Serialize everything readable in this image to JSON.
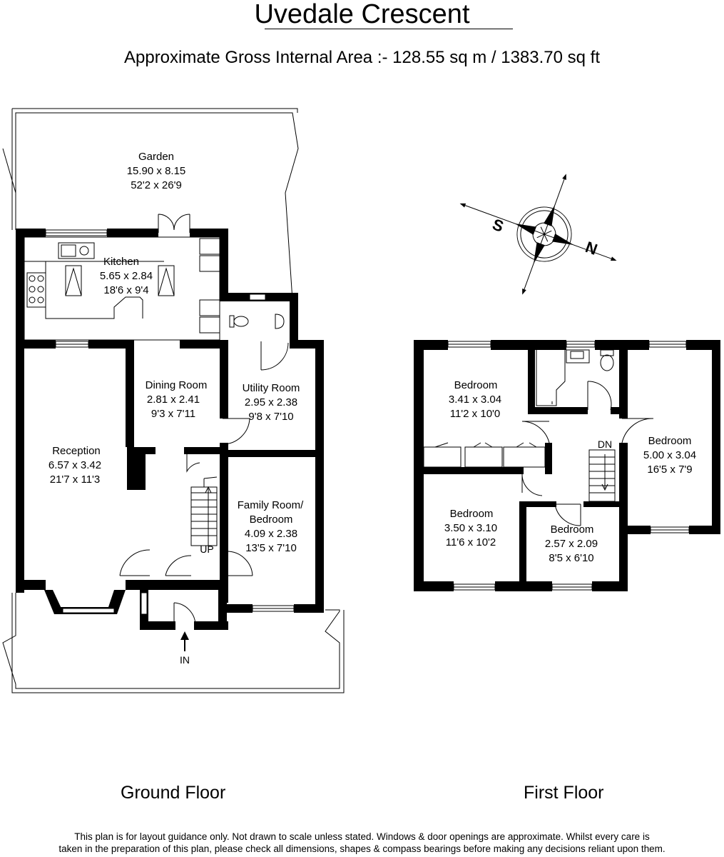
{
  "title": "Uvedale Crescent",
  "area_text": "Approximate Gross Internal Area :- 128.55 sq m / 1383.70 sq ft",
  "floors": {
    "ground": "Ground Floor",
    "first": "First Floor"
  },
  "compass": {
    "south": "S",
    "north": "N"
  },
  "markers": {
    "up": "UP",
    "down": "DN",
    "entrance": "IN"
  },
  "rooms": {
    "garden": {
      "name": "Garden",
      "metric": "15.90 x 8.15",
      "imperial": "52'2 x 26'9"
    },
    "kitchen": {
      "name": "Kitchen",
      "metric": "5.65 x 2.84",
      "imperial": "18'6 x 9'4"
    },
    "dining": {
      "name": "Dining Room",
      "metric": "2.81 x 2.41",
      "imperial": "9'3 x 7'11"
    },
    "utility": {
      "name": "Utility Room",
      "metric": "2.95 x 2.38",
      "imperial": "9'8 x 7'10"
    },
    "reception": {
      "name": "Reception",
      "metric": "6.57 x 3.42",
      "imperial": "21'7 x 11'3"
    },
    "family": {
      "name_line1": "Family Room/",
      "name_line2": "Bedroom",
      "metric": "4.09 x 2.38",
      "imperial": "13'5 x 7'10"
    },
    "bedroom1": {
      "name": "Bedroom",
      "metric": "3.41 x 3.04",
      "imperial": "11'2 x 10'0"
    },
    "bedroom2": {
      "name": "Bedroom",
      "metric": "5.00 x 3.04",
      "imperial": "16'5 x 7'9"
    },
    "bedroom3": {
      "name": "Bedroom",
      "metric": "3.50 x 3.10",
      "imperial": "11'6 x 10'2"
    },
    "bedroom4": {
      "name": "Bedroom",
      "metric": "2.57 x 2.09",
      "imperial": "8'5 x 6'10"
    }
  },
  "disclaimer": {
    "line1": "This plan is for layout guidance only. Not drawn to scale unless stated. Windows & door openings are approximate. Whilst every care is",
    "line2": "taken in the preparation of this plan, please check all dimensions, shapes & compass bearings before making any decisions reliant upon them."
  }
}
